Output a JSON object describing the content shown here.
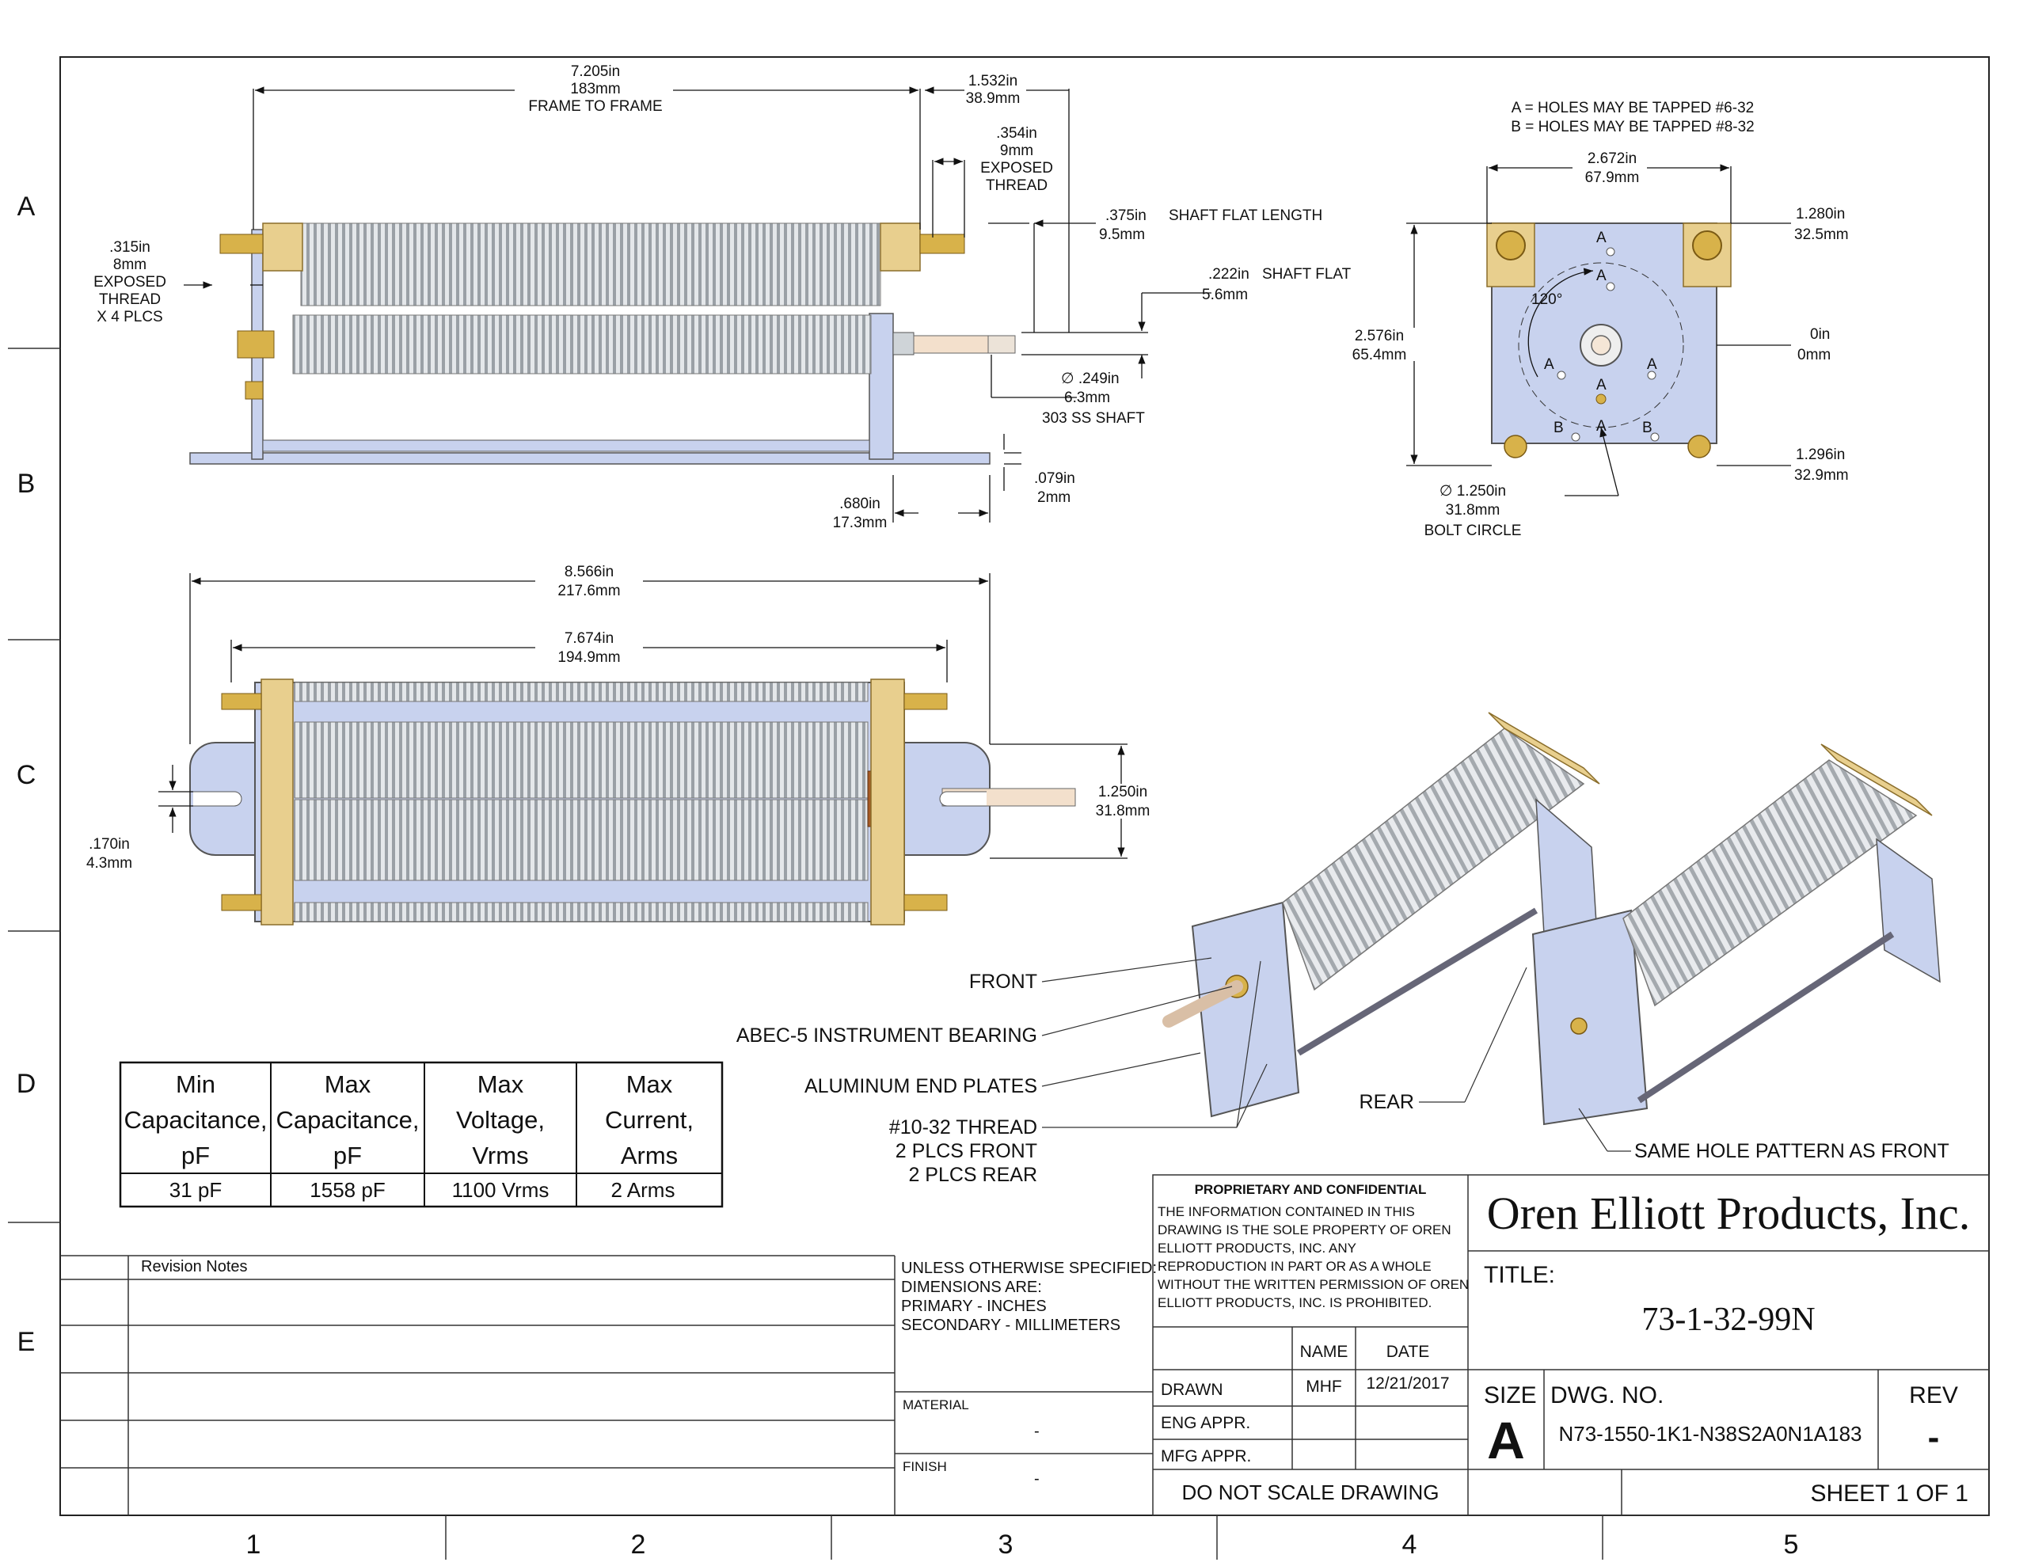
{
  "zones": {
    "rows": [
      "A",
      "B",
      "C",
      "D",
      "E"
    ],
    "columns": [
      "1",
      "2",
      "3",
      "4",
      "5"
    ]
  },
  "side_view": {
    "frame_to_frame": [
      "7.205in",
      "183mm",
      "FRAME TO FRAME"
    ],
    "front_offset": [
      "1.532in",
      "38.9mm"
    ],
    "exposed_thread_front": [
      ".354in",
      "9mm",
      "EXPOSED",
      "THREAD"
    ],
    "exposed_thread_side": [
      ".315in",
      "8mm",
      "EXPOSED",
      "THREAD",
      "X 4 PLCS"
    ],
    "shaft_flat_length": [
      ".375in",
      "SHAFT FLAT LENGTH",
      "9.5mm"
    ],
    "shaft_flat": [
      ".222in",
      "SHAFT FLAT",
      "5.6mm"
    ],
    "shaft": [
      "∅ .249in",
      "6.3mm",
      "303 SS SHAFT"
    ],
    "plate_thickness": [
      ".079in",
      "2mm"
    ],
    "foot_length": [
      ".680in",
      "17.3mm"
    ]
  },
  "end_view": {
    "notes": [
      "A = HOLES MAY BE TAPPED #6-32",
      "B = HOLES MAY BE TAPPED #8-32"
    ],
    "width": [
      "2.672in",
      "67.9mm"
    ],
    "top": [
      "1.280in",
      "32.5mm"
    ],
    "height": [
      "2.576in",
      "65.4mm"
    ],
    "center": [
      "0in",
      "0mm"
    ],
    "bottom": [
      "1.296in",
      "32.9mm"
    ],
    "bolt_circle": [
      "∅ 1.250in",
      "31.8mm",
      "BOLT CIRCLE"
    ],
    "angle": "120°",
    "hole_a": "A",
    "hole_b": "B"
  },
  "top_view": {
    "overall": [
      "8.566in",
      "217.6mm"
    ],
    "frame": [
      "7.674in",
      "194.9mm"
    ],
    "slot": [
      ".170in",
      "4.3mm"
    ],
    "width": [
      "1.250in",
      "31.8mm"
    ]
  },
  "callouts": {
    "front": "FRONT",
    "bearing": "ABEC-5 INSTRUMENT BEARING",
    "plates": "ALUMINUM END PLATES",
    "thread": [
      "#10-32 THREAD",
      "2 PLCS FRONT",
      "2 PLCS REAR"
    ],
    "rear": "REAR",
    "hole_pattern": "SAME HOLE PATTERN AS FRONT"
  },
  "spec_table": {
    "headers": [
      [
        "Min",
        "Capacitance,",
        "pF"
      ],
      [
        "Max",
        "Capacitance,",
        "pF"
      ],
      [
        "Max",
        "Voltage,",
        "Vrms"
      ],
      [
        "Max",
        "Current,",
        "Arms"
      ]
    ],
    "values": [
      "31 pF",
      "1558 pF",
      "1100 Vrms",
      "2 Arms"
    ]
  },
  "title_block": {
    "revision_notes": "Revision Notes",
    "unless": [
      "UNLESS OTHERWISE SPECIFIED:",
      "DIMENSIONS ARE:",
      "PRIMARY - INCHES",
      "SECONDARY - MILLIMETERS"
    ],
    "material_label": "MATERIAL",
    "material_value": "-",
    "finish_label": "FINISH",
    "finish_value": "-",
    "proprietary_title": "PROPRIETARY AND CONFIDENTIAL",
    "proprietary_text": [
      "THE INFORMATION CONTAINED IN THIS",
      "DRAWING IS THE SOLE PROPERTY OF OREN",
      "ELLIOTT PRODUCTS, INC.  ANY",
      "REPRODUCTION IN PART OR AS A WHOLE",
      "WITHOUT THE WRITTEN PERMISSION OF OREN",
      "ELLIOTT PRODUCTS, INC.  IS PROHIBITED."
    ],
    "name_header": "NAME",
    "date_header": "DATE",
    "drawn_label": "DRAWN",
    "drawn_name": "MHF",
    "drawn_date": "12/21/2017",
    "eng_label": "ENG APPR.",
    "mfg_label": "MFG APPR.",
    "company": "Oren Elliott Products, Inc.",
    "title_label": "TITLE:",
    "title_value": "73-1-32-99N",
    "size_label": "SIZE",
    "size_value": "A",
    "dwg_label": "DWG.  NO.",
    "dwg_value": "N73-1550-1K1-N38S2A0N1A183",
    "rev_label": "REV",
    "rev_value": "-",
    "scale_note": "DO NOT SCALE DRAWING",
    "sheet": "SHEET 1 OF 1"
  }
}
